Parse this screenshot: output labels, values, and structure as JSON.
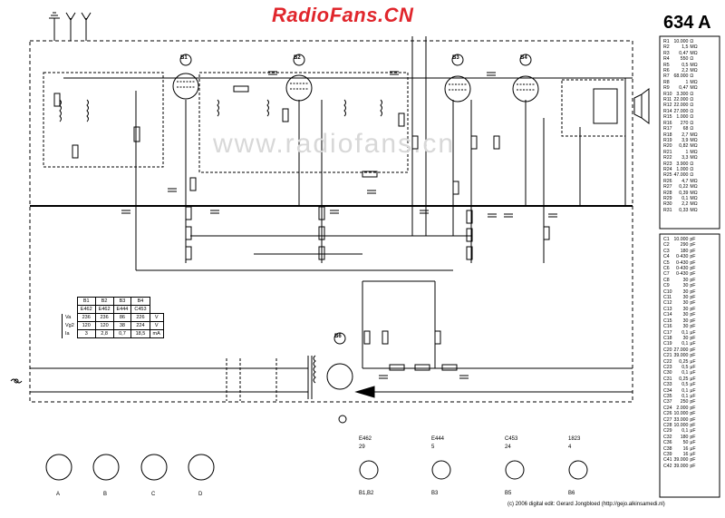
{
  "header": {
    "watermark": "RadioFans.CN",
    "model": "634 A",
    "ghost": "www.radiofans.cn"
  },
  "tubes": {
    "B1": "B1",
    "B2": "B2",
    "B3": "B3",
    "B4": "B4",
    "B6": "B6"
  },
  "resistors": [
    {
      "n": "R1",
      "v": "10.000",
      "u": "Ω"
    },
    {
      "n": "R2",
      "v": "1,5",
      "u": "MΩ"
    },
    {
      "n": "R3",
      "v": "0,47",
      "u": "MΩ"
    },
    {
      "n": "R4",
      "v": "550",
      "u": "Ω"
    },
    {
      "n": "R5",
      "v": "0,5",
      "u": "MΩ"
    },
    {
      "n": "R6",
      "v": "2,2",
      "u": "MΩ"
    },
    {
      "n": "R7",
      "v": "68.000",
      "u": "Ω"
    },
    {
      "n": "R8",
      "v": "1",
      "u": "MΩ"
    },
    {
      "n": "R9",
      "v": "0,47",
      "u": "MΩ"
    },
    {
      "n": "R10",
      "v": "3.300",
      "u": "Ω"
    },
    {
      "n": "R11",
      "v": "22.000",
      "u": "Ω"
    },
    {
      "n": "R12",
      "v": "22.000",
      "u": "Ω"
    },
    {
      "n": "R14",
      "v": "27.000",
      "u": "Ω"
    },
    {
      "n": "R15",
      "v": "1.000",
      "u": "Ω"
    },
    {
      "n": "R16",
      "v": "270",
      "u": "Ω"
    },
    {
      "n": "R17",
      "v": "68",
      "u": "Ω"
    },
    {
      "n": "R18",
      "v": "2,7",
      "u": "MΩ"
    },
    {
      "n": "R19",
      "v": "3,9",
      "u": "MΩ"
    },
    {
      "n": "R20",
      "v": "0,82",
      "u": "MΩ"
    },
    {
      "n": "R21",
      "v": "1",
      "u": "MΩ"
    },
    {
      "n": "R22",
      "v": "3,3",
      "u": "MΩ"
    },
    {
      "n": "R23",
      "v": "3.900",
      "u": "Ω"
    },
    {
      "n": "R24",
      "v": "1.000",
      "u": "Ω"
    },
    {
      "n": "R25",
      "v": "47.000",
      "u": "Ω"
    },
    {
      "n": "R26",
      "v": "4,7",
      "u": "MΩ"
    },
    {
      "n": "R27",
      "v": "0,22",
      "u": "MΩ"
    },
    {
      "n": "R28",
      "v": "0,39",
      "u": "MΩ"
    },
    {
      "n": "R29",
      "v": "0,1",
      "u": "MΩ"
    },
    {
      "n": "R30",
      "v": "2,2",
      "u": "MΩ"
    },
    {
      "n": "R31",
      "v": "0,33",
      "u": "MΩ"
    }
  ],
  "capacitors": [
    {
      "n": "C1",
      "v": "10.000",
      "u": "pF"
    },
    {
      "n": "C2",
      "v": "290",
      "u": "pF"
    },
    {
      "n": "C3",
      "v": "180",
      "u": "pF"
    },
    {
      "n": "C4",
      "v": "0-430",
      "u": "pF"
    },
    {
      "n": "C5",
      "v": "0-430",
      "u": "pF"
    },
    {
      "n": "C6",
      "v": "0-430",
      "u": "pF"
    },
    {
      "n": "C7",
      "v": "0-430",
      "u": "pF"
    },
    {
      "n": "C8",
      "v": "30",
      "u": "pF"
    },
    {
      "n": "C9",
      "v": "30",
      "u": "pF"
    },
    {
      "n": "C10",
      "v": "30",
      "u": "pF"
    },
    {
      "n": "C11",
      "v": "30",
      "u": "pF"
    },
    {
      "n": "C12",
      "v": "30",
      "u": "pF"
    },
    {
      "n": "C13",
      "v": "30",
      "u": "pF"
    },
    {
      "n": "C14",
      "v": "30",
      "u": "pF"
    },
    {
      "n": "C15",
      "v": "30",
      "u": "pF"
    },
    {
      "n": "C16",
      "v": "30",
      "u": "pF"
    },
    {
      "n": "C17",
      "v": "0,1",
      "u": "μF"
    },
    {
      "n": "C18",
      "v": "30",
      "u": "pF"
    },
    {
      "n": "C19",
      "v": "0,1",
      "u": "μF"
    },
    {
      "n": "C20",
      "v": "27.000",
      "u": "pF"
    },
    {
      "n": "C21",
      "v": "39.000",
      "u": "pF"
    },
    {
      "n": "C22",
      "v": "0,25",
      "u": "μF"
    },
    {
      "n": "C23",
      "v": "0,5",
      "u": "μF"
    },
    {
      "n": "C30",
      "v": "0,1",
      "u": "μF"
    },
    {
      "n": "C31",
      "v": "0,25",
      "u": "μF"
    },
    {
      "n": "C33",
      "v": "0,5",
      "u": "μF"
    },
    {
      "n": "C34",
      "v": "0,1",
      "u": "μF"
    },
    {
      "n": "C35",
      "v": "0,1",
      "u": "μF"
    },
    {
      "n": "C37",
      "v": "250",
      "u": "pF"
    },
    {
      "n": "C24",
      "v": "2.000",
      "u": "pF"
    },
    {
      "n": "C26",
      "v": "10.000",
      "u": "pF"
    },
    {
      "n": "C27",
      "v": "33.000",
      "u": "pF"
    },
    {
      "n": "C28",
      "v": "10.000",
      "u": "pF"
    },
    {
      "n": "C29",
      "v": "0,1",
      "u": "μF"
    },
    {
      "n": "C32",
      "v": "180",
      "u": "pF"
    },
    {
      "n": "C36",
      "v": "50",
      "u": "μF"
    },
    {
      "n": "C38",
      "v": "16",
      "u": "μF"
    },
    {
      "n": "C39",
      "v": "16",
      "u": "μF"
    },
    {
      "n": "C41",
      "v": "39.000",
      "u": "pF"
    },
    {
      "n": "C42",
      "v": "39.000",
      "u": "pF"
    }
  ],
  "operating_table": {
    "headers": [
      "B1",
      "B2",
      "B3",
      "B4"
    ],
    "types": [
      "E462",
      "E462",
      "E444",
      "C453"
    ],
    "rows": [
      {
        "label": "Va",
        "vals": [
          "236",
          "236",
          "86",
          "226"
        ],
        "unit": "V"
      },
      {
        "label": "Vg2",
        "vals": [
          "120",
          "120",
          "38",
          "224"
        ],
        "unit": "V"
      },
      {
        "label": "Ia",
        "vals": [
          "3",
          "2,8",
          "0,7",
          "18,5"
        ],
        "unit": "mA"
      }
    ]
  },
  "switches": {
    "A": "A",
    "B": "B",
    "C": "C",
    "D": "D"
  },
  "sockets": [
    {
      "type": "E462",
      "code": "29",
      "label": "B1,B2"
    },
    {
      "type": "E444",
      "code": "5",
      "label": "B3"
    },
    {
      "type": "C453",
      "code": "24",
      "label": "B5"
    },
    {
      "type": "1823",
      "code": "4",
      "label": "B6"
    }
  ],
  "credit": "(c) 2006 digital edit: Gerard Jongbloed (http://gejo.alkinsamedi.nl)"
}
